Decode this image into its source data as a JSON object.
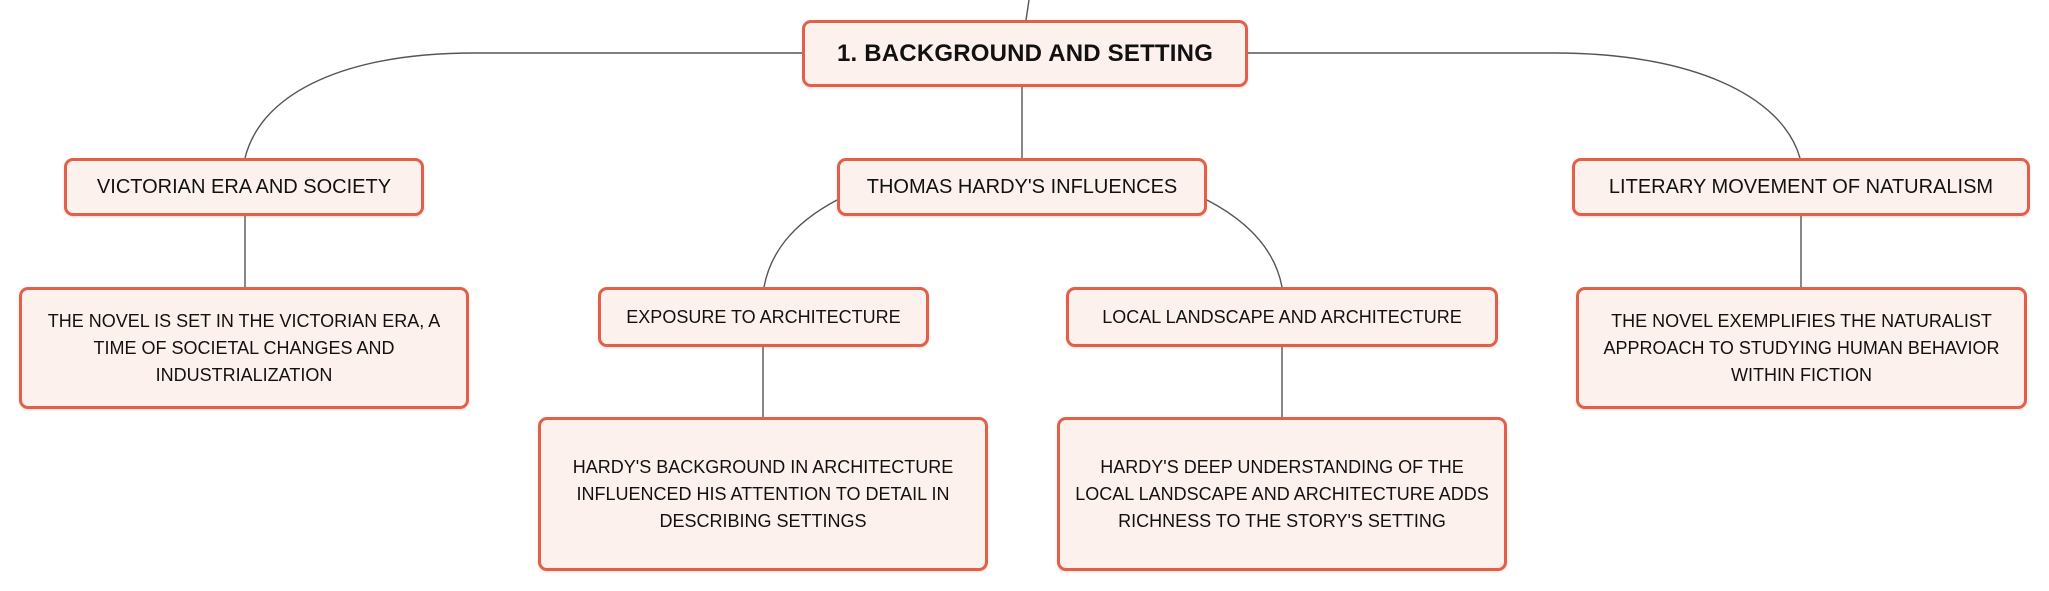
{
  "diagram": {
    "root": {
      "label": "1. BACKGROUND AND SETTING"
    },
    "branches": [
      {
        "label": "VICTORIAN ERA AND SOCIETY",
        "detail": "THE NOVEL IS SET IN THE VICTORIAN ERA, A TIME OF SOCIETAL CHANGES AND INDUSTRIALIZATION"
      },
      {
        "label": "THOMAS HARDY'S INFLUENCES",
        "children": [
          {
            "label": "EXPOSURE TO ARCHITECTURE",
            "detail": "HARDY'S BACKGROUND IN ARCHITECTURE INFLUENCED HIS ATTENTION TO DETAIL IN DESCRIBING SETTINGS"
          },
          {
            "label": "LOCAL LANDSCAPE AND ARCHITECTURE",
            "detail": "HARDY'S DEEP UNDERSTANDING OF THE LOCAL LANDSCAPE AND ARCHITECTURE ADDS RICHNESS TO THE STORY'S SETTING"
          }
        ]
      },
      {
        "label": "LITERARY MOVEMENT OF NATURALISM",
        "detail": "THE NOVEL EXEMPLIFIES THE NATURALIST APPROACH TO STUDYING HUMAN BEHAVIOR WITHIN FICTION"
      }
    ]
  },
  "colors": {
    "node_border": "#e0604a",
    "node_fill": "#fdf1ed",
    "connector": "#555555",
    "text": "#111111"
  }
}
